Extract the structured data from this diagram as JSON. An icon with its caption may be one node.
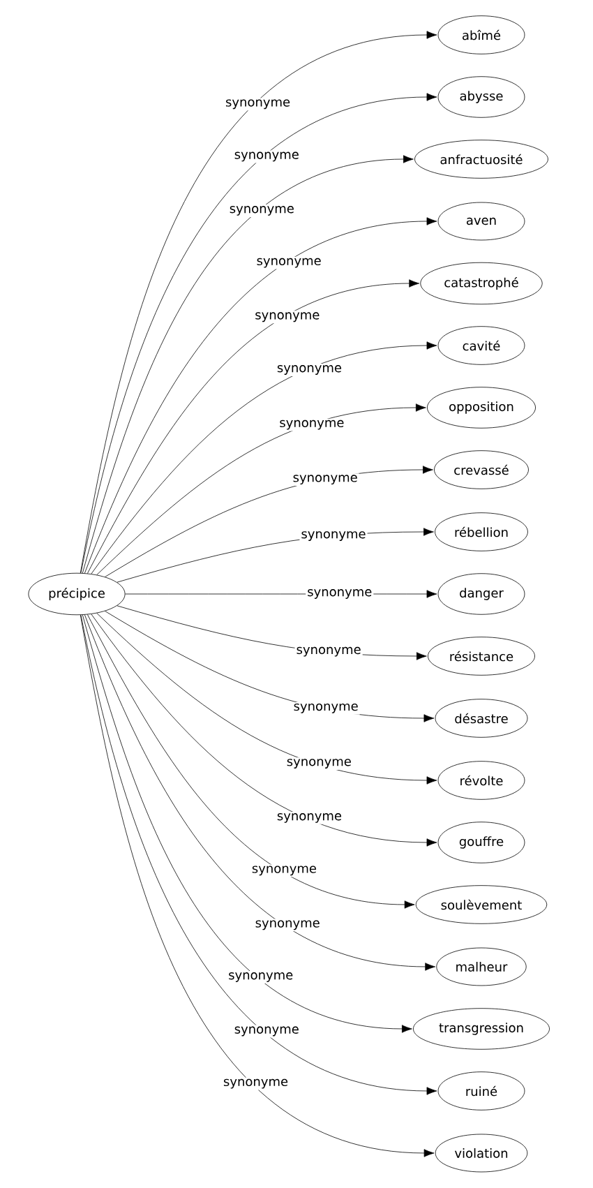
{
  "diagram": {
    "nodes": [
      {
        "text": [
          "précipice"
        ]
      },
      {
        "text": [
          "abîmé"
        ]
      },
      {
        "text": [
          "abysse"
        ]
      },
      {
        "text": [
          "anfractuosité"
        ]
      },
      {
        "text": [
          "aven"
        ]
      },
      {
        "text": [
          "catastrophé"
        ]
      },
      {
        "text": [
          "cavité"
        ]
      },
      {
        "text": [
          "opposition"
        ]
      },
      {
        "text": [
          "crevassé"
        ]
      },
      {
        "text": [
          "rébellion"
        ]
      },
      {
        "text": [
          "danger"
        ]
      },
      {
        "text": [
          "résistance"
        ]
      },
      {
        "text": [
          "désastre"
        ]
      },
      {
        "text": [
          "révolte"
        ]
      },
      {
        "text": [
          "gouffre"
        ]
      },
      {
        "text": [
          "soulèvement"
        ]
      },
      {
        "text": [
          "malheur"
        ]
      },
      {
        "text": [
          "transgression"
        ]
      },
      {
        "text": [
          "ruiné"
        ]
      },
      {
        "text": [
          "violation"
        ]
      }
    ],
    "edges": [
      {
        "from": 0,
        "to": 1,
        "arrow": "to",
        "label": "synonyme"
      },
      {
        "from": 0,
        "to": 2,
        "arrow": "to",
        "label": "synonyme"
      },
      {
        "from": 0,
        "to": 3,
        "arrow": "to",
        "label": "synonyme"
      },
      {
        "from": 0,
        "to": 4,
        "arrow": "to",
        "label": "synonyme"
      },
      {
        "from": 0,
        "to": 5,
        "arrow": "to",
        "label": "synonyme"
      },
      {
        "from": 0,
        "to": 6,
        "arrow": "to",
        "label": "synonyme"
      },
      {
        "from": 0,
        "to": 7,
        "arrow": "to",
        "label": "synonyme"
      },
      {
        "from": 0,
        "to": 8,
        "arrow": "to",
        "label": "synonyme"
      },
      {
        "from": 0,
        "to": 9,
        "arrow": "to",
        "label": "synonyme"
      },
      {
        "from": 0,
        "to": 10,
        "arrow": "to",
        "label": "synonyme"
      },
      {
        "from": 0,
        "to": 11,
        "arrow": "to",
        "label": "synonyme"
      },
      {
        "from": 0,
        "to": 12,
        "arrow": "to",
        "label": "synonyme"
      },
      {
        "from": 0,
        "to": 13,
        "arrow": "to",
        "label": "synonyme"
      },
      {
        "from": 0,
        "to": 14,
        "arrow": "to",
        "label": "synonyme"
      },
      {
        "from": 0,
        "to": 15,
        "arrow": "to",
        "label": "synonyme"
      },
      {
        "from": 0,
        "to": 16,
        "arrow": "to",
        "label": "synonyme"
      },
      {
        "from": 0,
        "to": 17,
        "arrow": "to",
        "label": "synonyme"
      },
      {
        "from": 0,
        "to": 18,
        "arrow": "to",
        "label": "synonyme"
      },
      {
        "from": 0,
        "to": 19,
        "arrow": "to",
        "label": "synonyme"
      }
    ]
  }
}
